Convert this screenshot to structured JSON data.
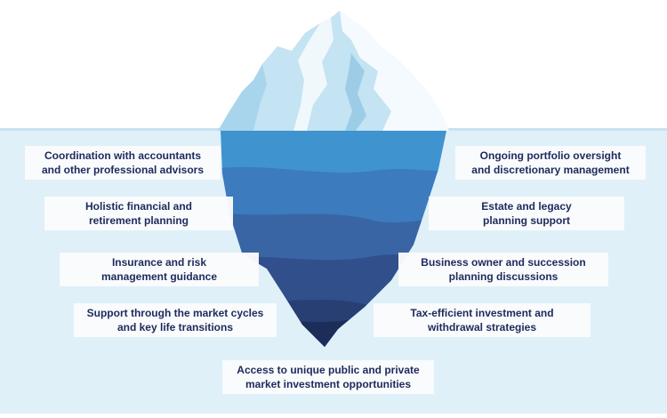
{
  "colors": {
    "water": "#dff0f8",
    "waterline": "#c7e3f0",
    "ice_light": "#c4e3f3",
    "ice_white": "#f4fafd",
    "ice_shadow": "#9dcde6",
    "band_1": "#3f93cf",
    "band_2": "#3c7bbd",
    "band_3": "#3a65a5",
    "band_4": "#304f8b",
    "band_5": "#283f74",
    "band_6": "#1d2d5a",
    "label_text": "#1d2a5c"
  },
  "labels": [
    {
      "line1": "Coordination with accountants",
      "line2": "and other professional advisors"
    },
    {
      "line1": "Holistic financial and",
      "line2": "retirement planning"
    },
    {
      "line1": "Insurance and risk",
      "line2": "management guidance"
    },
    {
      "line1": "Support through the market cycles",
      "line2": "and key life transitions"
    },
    {
      "line1": "Access to unique public and private",
      "line2": "market investment opportunities"
    },
    {
      "line1": "Ongoing portfolio oversight",
      "line2": "and discretionary management"
    },
    {
      "line1": "Estate and legacy",
      "line2": "planning support"
    },
    {
      "line1": "Business owner and succession",
      "line2": "planning discussions"
    },
    {
      "line1": "Tax-efficient investment and",
      "line2": "withdrawal strategies"
    }
  ]
}
